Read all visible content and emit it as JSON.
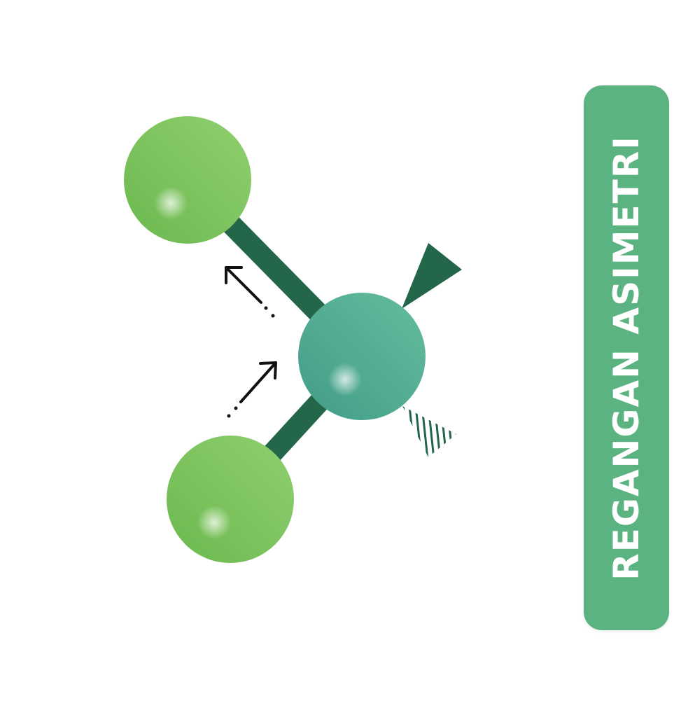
{
  "title": "REGANGAN ASIMETRI",
  "colors": {
    "bond": "#23664a",
    "central_atom": "#4fa88e",
    "outer_atom": "#7cc462",
    "banner": "#5bb381",
    "arrow": "#111111",
    "background": "#ffffff"
  },
  "icons": {
    "motion_arrow": "arrow-icon",
    "wedge_bond": "solid-wedge",
    "dash_bond": "hashed-wedge"
  }
}
